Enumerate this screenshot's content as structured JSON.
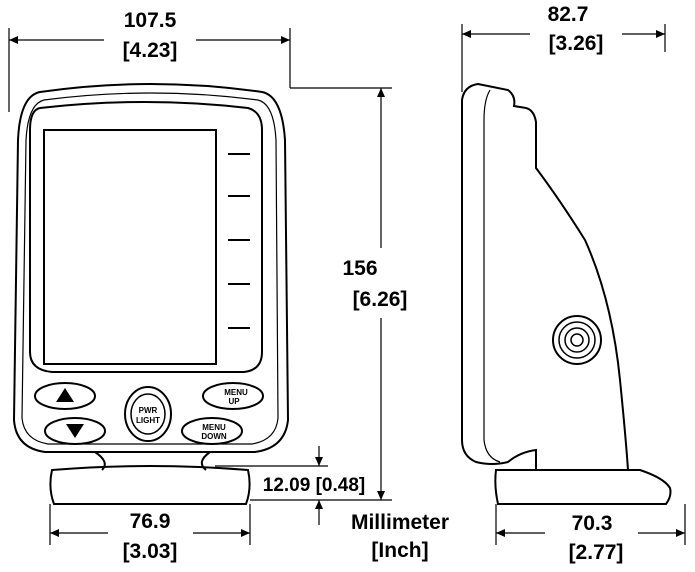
{
  "front_view": {
    "width_mm": "107.5",
    "width_in": "[4.23]",
    "height_mm": "156",
    "height_in": "[6.26]",
    "base_width_mm": "76.9",
    "base_width_in": "[3.03]",
    "base_offset": "12.09 [0.48]",
    "buttons": {
      "up_arrow": "up-triangle",
      "down_arrow": "down-triangle",
      "pwr_line1": "PWR",
      "pwr_line2": "LIGHT",
      "menu_up_line1": "MENU",
      "menu_up_line2": "UP",
      "menu_down_line1": "MENU",
      "menu_down_line2": "DOWN"
    }
  },
  "side_view": {
    "depth_mm": "82.7",
    "depth_in": "[3.26]",
    "base_depth_mm": "70.3",
    "base_depth_in": "[2.77]"
  },
  "units": {
    "line1": "Millimeter",
    "line2": "[Inch]"
  }
}
